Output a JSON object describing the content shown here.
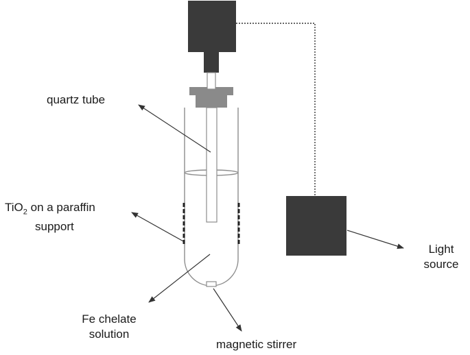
{
  "labels": {
    "quartz_tube": "quartz tube",
    "tio2_prefix": "TiO",
    "tio2_subscript": "2",
    "tio2_rest": " on a paraffin",
    "tio2_line2": "support",
    "fe_line1": "Fe chelate",
    "fe_line2": "solution",
    "magnetic_stirrer": "magnetic stirrer",
    "light_line1": "Light",
    "light_line2": "source"
  },
  "colors": {
    "dark_box": "#3a3a3a",
    "cap": "#8a8a8a",
    "outline": "#8c8c8c",
    "arrow": "#333333",
    "dotted_line": "#333333",
    "background": "#ffffff"
  }
}
